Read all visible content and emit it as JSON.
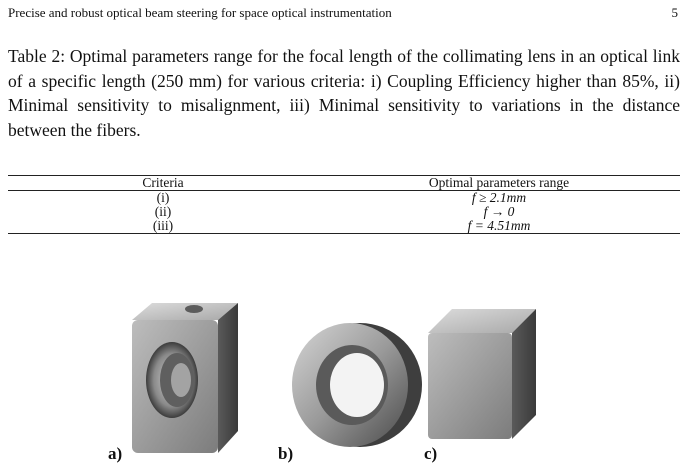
{
  "header": {
    "running_title": "Precise and robust optical beam steering for space optical instrumentation",
    "page_number": "5"
  },
  "caption": "Table 2: Optimal parameters range for the focal length of the collimating lens in an optical link of a specific length (250 mm) for various criteria: i) Coupling Efficiency higher than 85%, ii) Minimal sensitivity to misalignment, iii) Minimal sensitivity to variations in the distance between the fibers.",
  "table": {
    "headers": [
      "Criteria",
      "Optimal parameters range"
    ],
    "rows": [
      {
        "criteria": "(i)",
        "range": "f ≥ 2.1mm"
      },
      {
        "criteria": "(ii)",
        "range": "f → 0"
      },
      {
        "criteria": "(iii)",
        "range": "f = 4.51mm"
      }
    ]
  },
  "figure": {
    "labels": [
      "a)",
      "b)",
      "c)"
    ],
    "colors": {
      "metal_light": "#c9c9c9",
      "metal_mid": "#8f8f8f",
      "metal_dark": "#4a4a4a"
    }
  }
}
